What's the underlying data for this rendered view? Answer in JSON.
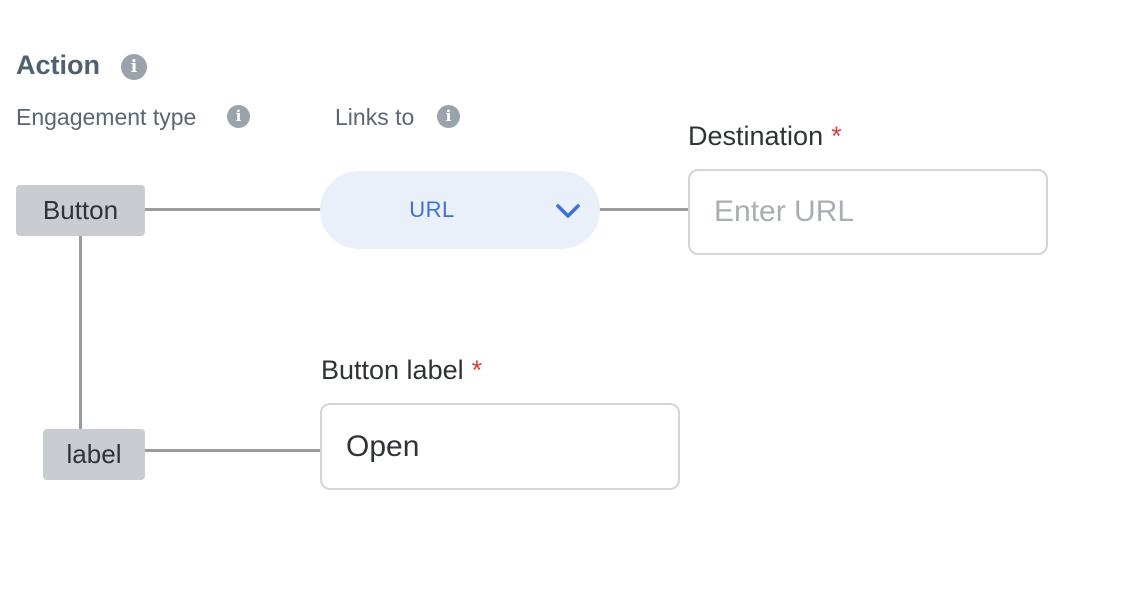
{
  "section": {
    "title": "Action",
    "info_glyph": "i"
  },
  "columns": {
    "engagement_type": "Engagement type",
    "links_to": "Links to"
  },
  "nodes": {
    "button_chip": "Button",
    "label_chip": "label"
  },
  "links_dropdown": {
    "selected": "URL"
  },
  "destination": {
    "label": "Destination",
    "required_mark": "*",
    "placeholder": "Enter URL",
    "value": ""
  },
  "button_label_field": {
    "label": "Button label",
    "required_mark": "*",
    "value": "Open"
  },
  "colors": {
    "accent": "#3f6fd8",
    "pill_bg": "#e9f0fa",
    "chip_bg": "#c9ccd1",
    "required": "#d9413a",
    "connector": "#999c9f"
  },
  "icons": {
    "info": "info-icon",
    "dropdown": "chevron-down-icon"
  }
}
